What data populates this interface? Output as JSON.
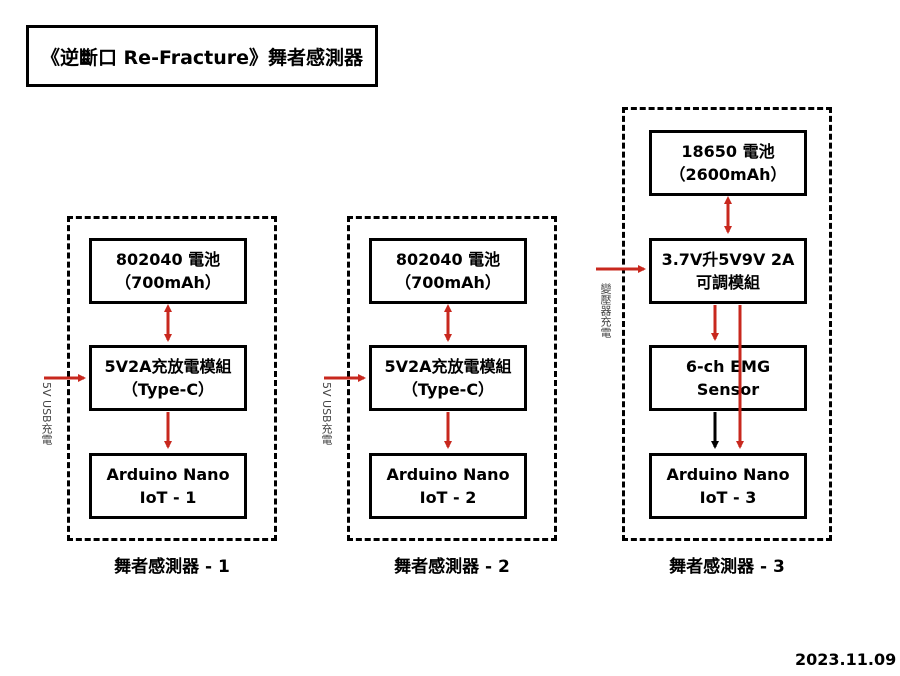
{
  "title": "《逆斷口 Re-Fracture》舞者感測器",
  "date": "2023.11.09",
  "groups": [
    {
      "label": "舞者感測器 - 1",
      "charge_label": "5V USB充電",
      "nodes": [
        {
          "line1": "802040 電池",
          "line2": "（700mAh）"
        },
        {
          "line1": "5V2A充放電模組",
          "line2": "（Type-C）"
        },
        {
          "line1": "Arduino Nano",
          "line2": "IoT - 1"
        }
      ]
    },
    {
      "label": "舞者感測器 - 2",
      "charge_label": "5V USB充電",
      "nodes": [
        {
          "line1": "802040 電池",
          "line2": "（700mAh）"
        },
        {
          "line1": "5V2A充放電模組",
          "line2": "（Type-C）"
        },
        {
          "line1": "Arduino Nano",
          "line2": "IoT - 2"
        }
      ]
    },
    {
      "label": "舞者感測器 - 3",
      "charge_label": "變壓器充電",
      "nodes": [
        {
          "line1": "18650 電池",
          "line2": "（2600mAh）"
        },
        {
          "line1": "3.7V升5V9V 2A",
          "line2": "可調模組"
        },
        {
          "line1": "6-ch EMG",
          "line2": "Sensor"
        },
        {
          "line1": "Arduino Nano",
          "line2": "IoT - 3"
        }
      ]
    }
  ],
  "colors": {
    "arrow_red": "#c8281e",
    "arrow_black": "#000000"
  }
}
